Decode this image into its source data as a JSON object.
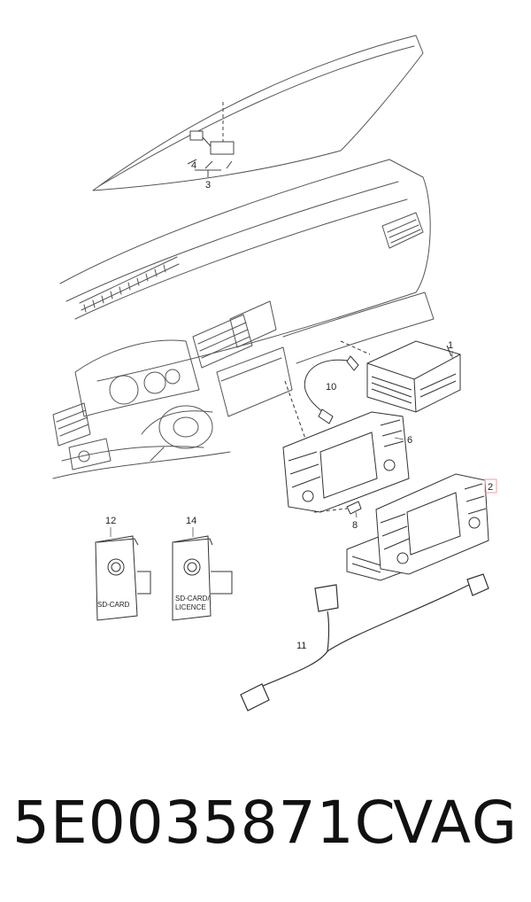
{
  "callouts": {
    "c1": "1",
    "c2": "2",
    "c3": "3",
    "c4": "4",
    "c6": "6",
    "c8": "8",
    "c10": "10",
    "c11": "11",
    "c12": "12",
    "c14": "14"
  },
  "booklets": {
    "sd_card": "SD-CARD",
    "sd_card_licence_line1": "SD-CARD/",
    "sd_card_licence_line2": "LICENCE"
  },
  "footer": {
    "part_number": "5E0035871C",
    "brand": "VAG"
  },
  "colors": {
    "line": "#4a4a4a",
    "highlight_box": "#e8a0a0"
  }
}
